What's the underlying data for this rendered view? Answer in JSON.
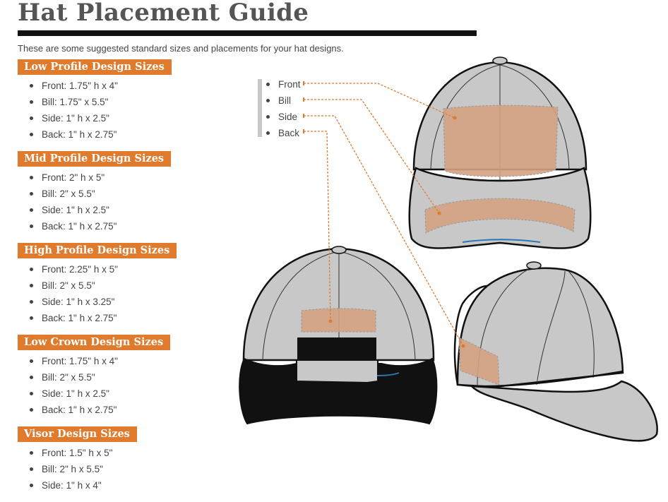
{
  "title": "Hat Placement Guide",
  "subtitle": "These are some suggested standard sizes and placements for your hat designs.",
  "sections": [
    {
      "header": "Low Profile Design Sizes",
      "items": [
        "Front: 1.75\" h x 4\"",
        "Bill: 1.75\" x 5.5\"",
        "Side: 1\" h x 2.5\"",
        "Back: 1\" h x 2.75\""
      ]
    },
    {
      "header": "Mid Profile Design Sizes",
      "items": [
        "Front: 2\" h x 5\"",
        "Bill: 2\" x 5.5\"",
        "Side: 1\" h x 2.5\"",
        "Back: 1\" h x 2.75\""
      ]
    },
    {
      "header": "High Profile Design Sizes",
      "items": [
        "Front: 2.25\" h x 5\"",
        "Bill: 2\" x 5.5\"",
        "Side: 1\" h x 3.25\"",
        "Back: 1\" h x 2.75\""
      ]
    },
    {
      "header": "Low Crown Design Sizes",
      "items": [
        "Front: 1.75\" h x 4\"",
        "Bill: 2\" x 5.5\"",
        "Side: 1\" h x 2.5\"",
        "Back: 1\" h x 2.75\""
      ]
    },
    {
      "header": "Visor Design Sizes",
      "items": [
        "Front: 1.5\" h x 5\"",
        "Bill: 2\" h x 5.5\"",
        "Side: 1\" h x 4\""
      ]
    }
  ],
  "legend": [
    "Front",
    "Bill",
    "Side",
    "Back"
  ],
  "colors": {
    "accent": "#e07b2e",
    "placement_fill": "#d4a283",
    "hat_fill": "#c8c8c8",
    "visor_black": "#111111",
    "leader_line": "#e07b2e"
  }
}
